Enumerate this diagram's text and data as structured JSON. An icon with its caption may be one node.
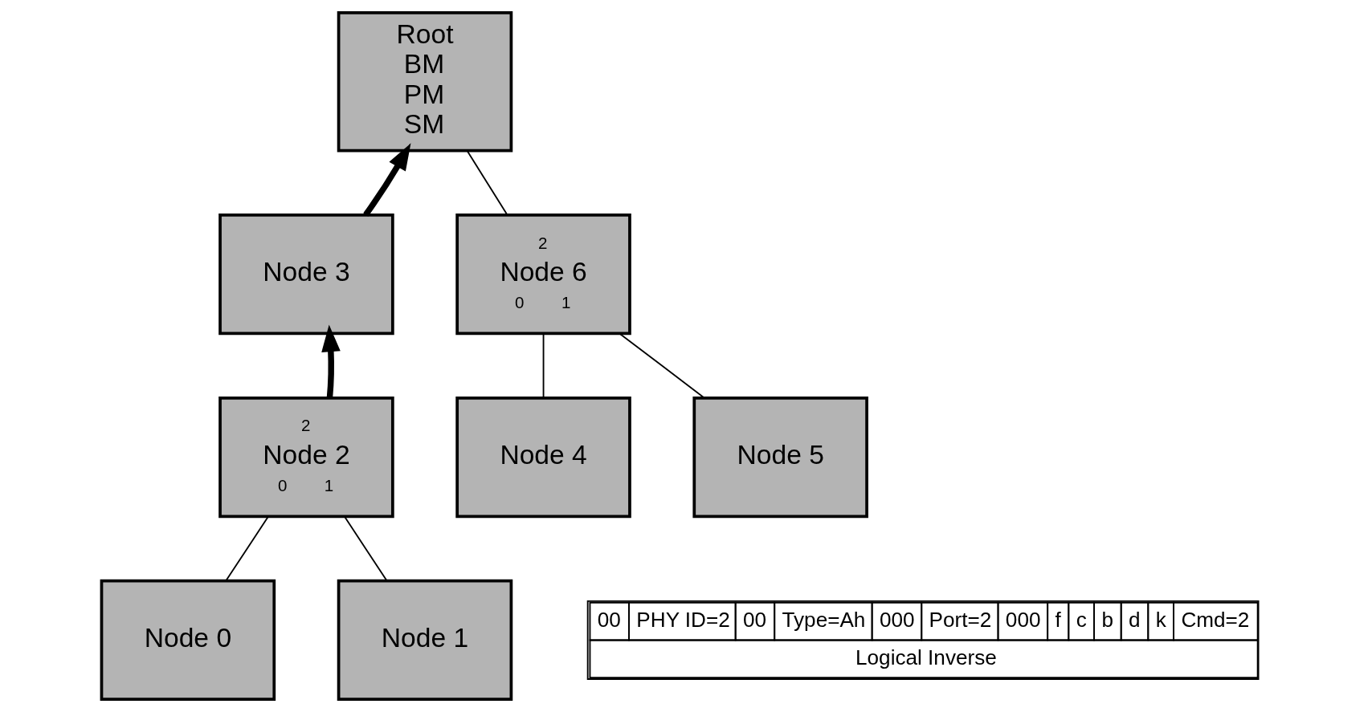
{
  "diagram": {
    "nodes": [
      {
        "text": [
          "Root",
          "BM",
          "PM",
          "SM"
        ]
      },
      {
        "text": [
          "Node 3"
        ]
      },
      {
        "text": [
          "2",
          "Node 6",
          "0",
          "1"
        ]
      },
      {
        "text": [
          "2",
          "Node 2",
          "0",
          "1"
        ]
      },
      {
        "text": [
          "Node 4"
        ]
      },
      {
        "text": [
          "Node 5"
        ]
      },
      {
        "text": [
          "Node 0"
        ]
      },
      {
        "text": [
          "Node 1"
        ]
      }
    ],
    "edges": [
      {
        "from": 1,
        "to": 0,
        "arrow": "to",
        "style": "thick"
      },
      {
        "from": 0,
        "to": 2,
        "arrow": "none"
      },
      {
        "from": 3,
        "to": 1,
        "arrow": "to",
        "style": "thick"
      },
      {
        "from": 2,
        "to": 4,
        "arrow": "none"
      },
      {
        "from": 2,
        "to": 5,
        "arrow": "none"
      },
      {
        "from": 3,
        "to": 6,
        "arrow": "none"
      },
      {
        "from": 3,
        "to": 7,
        "arrow": "none"
      }
    ],
    "labels": [
      "00",
      "PHY ID=2",
      "00",
      "Type=Ah",
      "000",
      "Port=2",
      "000",
      "f",
      "c",
      "b",
      "d",
      "k",
      "Cmd=2",
      "Logical Inverse"
    ]
  }
}
